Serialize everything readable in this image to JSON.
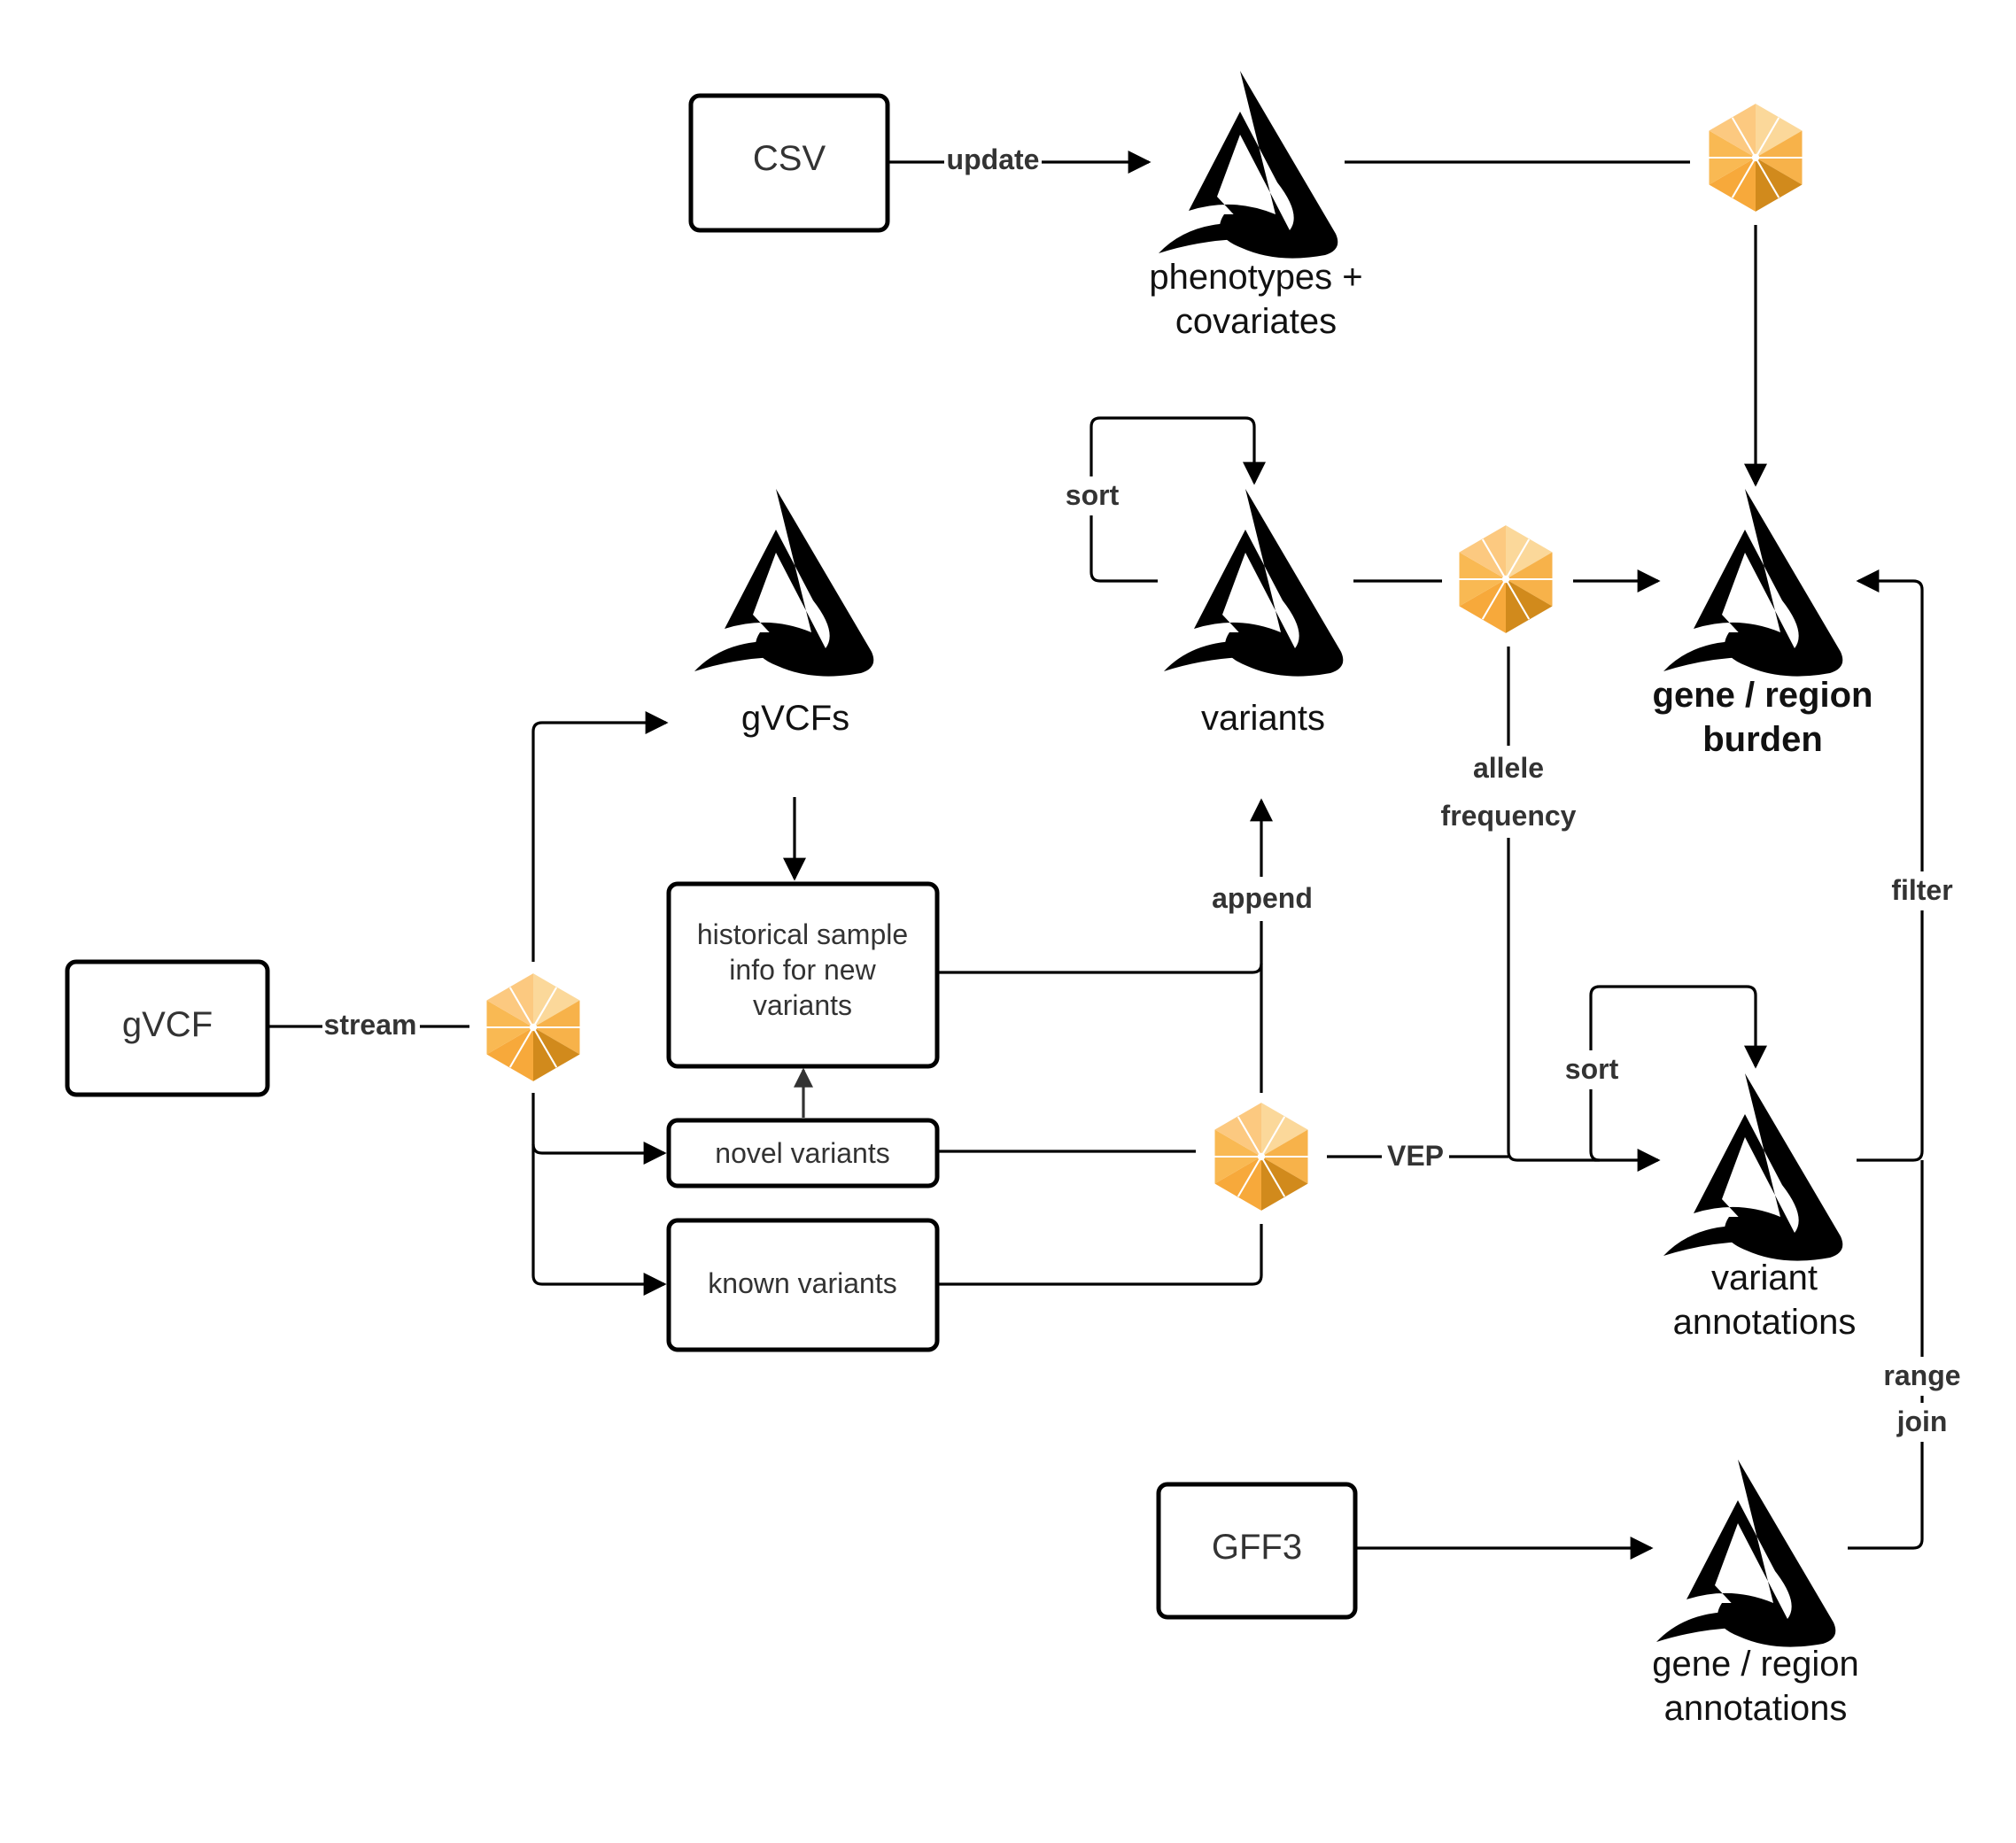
{
  "colors": {
    "delta_blue": "#4fa8d1",
    "spark_light": "#fbd89a",
    "spark_mid": "#f7a93b",
    "spark_dark": "#d18a1c",
    "line": "#000000",
    "text": "#333333"
  },
  "icons": {
    "delta_lake_table": "delta-lake-icon",
    "spark_processing": "apache-spark-icon"
  },
  "boxes": {
    "csv": "CSV",
    "gvcf": "gVCF",
    "gff3": "GFF3",
    "historical_line1": "historical sample",
    "historical_line2": "info for new",
    "historical_line3": "variants",
    "novel": "novel variants",
    "known": "known variants"
  },
  "tables": {
    "phenotypes_line1": "phenotypes +",
    "phenotypes_line2": "covariates",
    "gvcfs": "gVCFs",
    "variants": "variants",
    "burden_line1": "gene / region",
    "burden_line2": "burden",
    "variant_annotations_line1": "variant",
    "variant_annotations_line2": "annotations",
    "gene_annotations_line1": "gene / region",
    "gene_annotations_line2": "annotations"
  },
  "edges": {
    "update": "update",
    "stream": "stream",
    "sort_variants": "sort",
    "sort_annotations": "sort",
    "append": "append",
    "allele_line1": "allele",
    "allele_line2": "frequency",
    "vep": "VEP",
    "filter": "filter",
    "range_line1": "range",
    "range_line2": "join"
  }
}
